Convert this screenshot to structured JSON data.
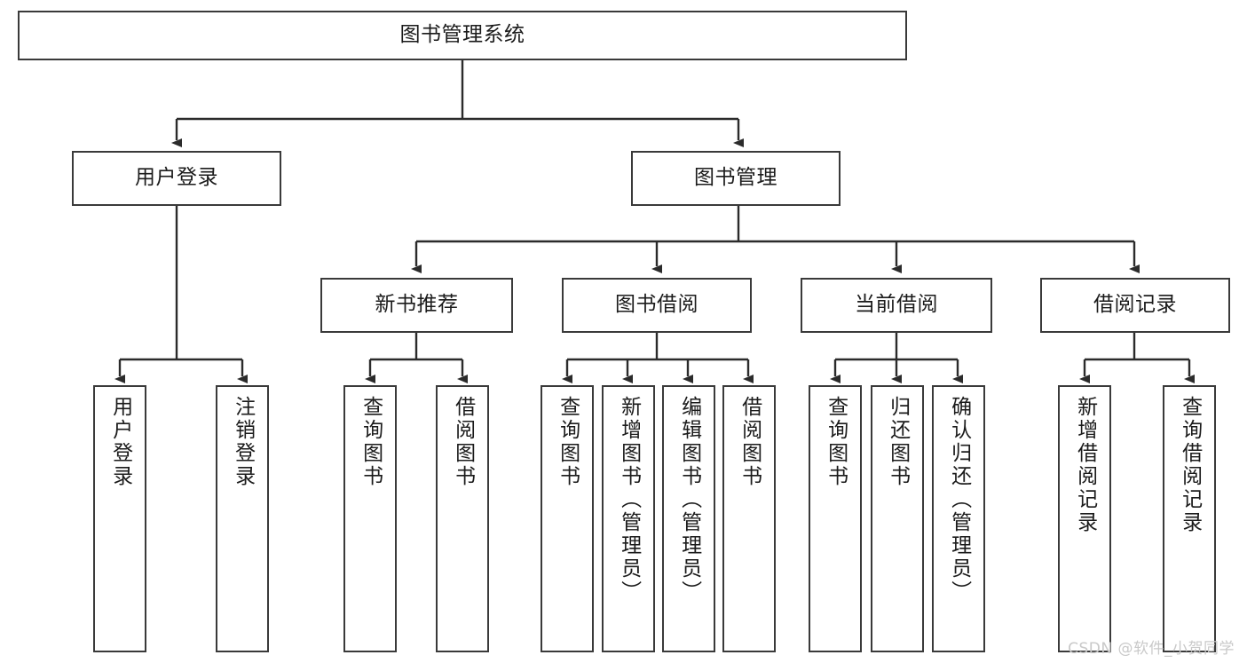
{
  "diagram": {
    "type": "tree",
    "title": "图书管理系统",
    "watermark": "CSDN @软件_小贺同学",
    "colors": {
      "node_border": "#3a3a3a",
      "node_fill": "#ffffff",
      "edge": "#2b2b2b",
      "text": "#1b1b1b",
      "watermark": "#c9c9c9",
      "background": "#ffffff"
    },
    "nodes": {
      "root": {
        "label": "图书管理系统"
      },
      "level2": [
        {
          "id": "user-login",
          "label": "用户登录"
        },
        {
          "id": "book-manage",
          "label": "图书管理"
        }
      ],
      "level3": [
        {
          "id": "new-book-recommend",
          "label": "新书推荐"
        },
        {
          "id": "book-borrow",
          "label": "图书借阅"
        },
        {
          "id": "current-borrow",
          "label": "当前借阅"
        },
        {
          "id": "borrow-record",
          "label": "借阅记录"
        }
      ],
      "leaves": {
        "user-login": [
          {
            "id": "leaf-user-login",
            "label": "用户登录"
          },
          {
            "id": "leaf-logout-login",
            "label": "注销登录"
          }
        ],
        "new-book-recommend": [
          {
            "id": "leaf-query-book-1",
            "label": "查询图书"
          },
          {
            "id": "leaf-borrow-book-1",
            "label": "借阅图书"
          }
        ],
        "book-borrow": [
          {
            "id": "leaf-query-book-2",
            "label": "查询图书"
          },
          {
            "id": "leaf-add-book",
            "label": "新增图书（管理员）"
          },
          {
            "id": "leaf-edit-book",
            "label": "编辑图书（管理员）"
          },
          {
            "id": "leaf-borrow-book-2",
            "label": "借阅图书"
          }
        ],
        "current-borrow": [
          {
            "id": "leaf-query-book-3",
            "label": "查询图书"
          },
          {
            "id": "leaf-return-book",
            "label": "归还图书"
          },
          {
            "id": "leaf-confirm-return",
            "label": "确认归还（管理员）"
          }
        ],
        "borrow-record": [
          {
            "id": "leaf-add-record",
            "label": "新增借阅记录"
          },
          {
            "id": "leaf-query-record",
            "label": "查询借阅记录"
          }
        ]
      }
    }
  }
}
